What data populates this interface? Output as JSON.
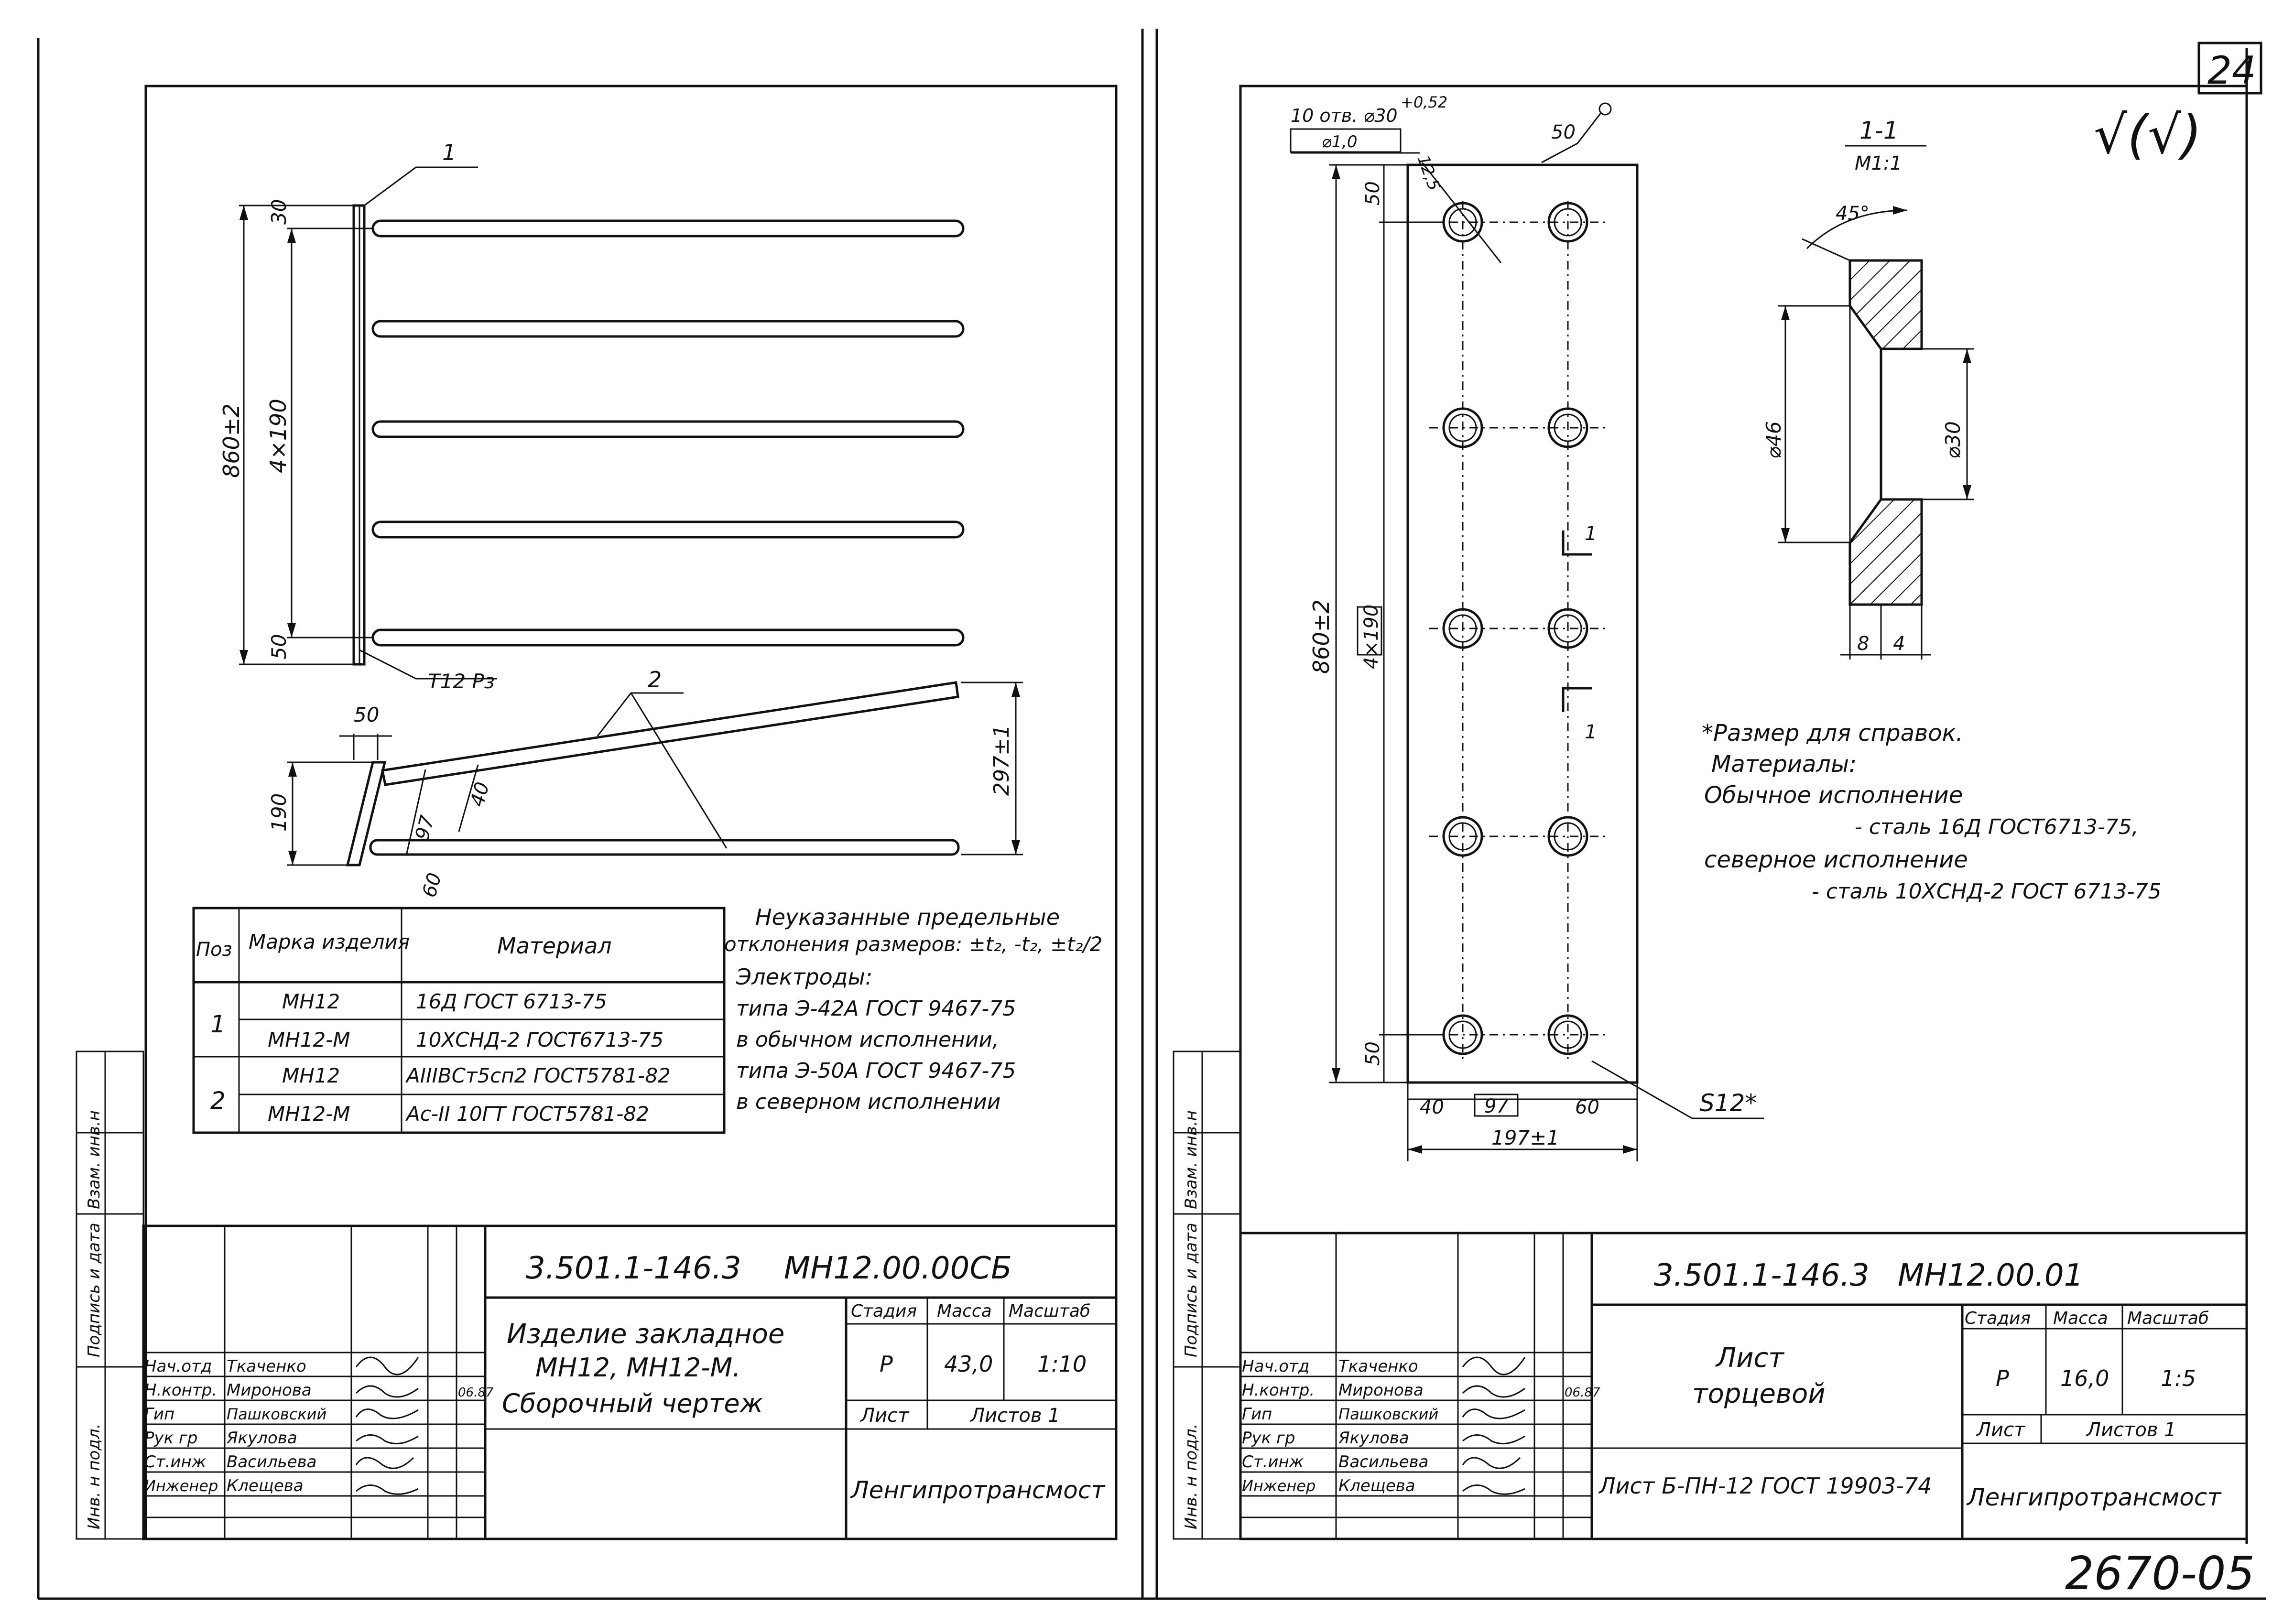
{
  "sheet_number": "24",
  "archive_number": "2670-05",
  "left_sheet": {
    "dims": {
      "top_offset": "30",
      "total": "860±2",
      "spacing": "4×190",
      "bottom_offset": "50",
      "weld": "Т12 Рз",
      "side_offset": "50",
      "side_190": "190",
      "angle_97": "97",
      "angle_40": "40",
      "bottom_60": "60",
      "rise": "297±1"
    },
    "callouts": {
      "pos1": "1",
      "pos2": "2"
    },
    "spec_table": {
      "headers": [
        "Поз",
        "Марка изделия",
        "Материал"
      ],
      "rows": [
        {
          "pos": "1",
          "mark": "МН12",
          "material": "16Д ГОСТ 6713-75"
        },
        {
          "pos": "",
          "mark": "МН12-М",
          "material": "10ХСНД-2 ГОСТ6713-75"
        },
        {
          "pos": "2",
          "mark": "МН12",
          "material": "АIIIВСт5сп2 ГОСТ5781-82"
        },
        {
          "pos": "",
          "mark": "МН12-М",
          "material": "Ас-II 10ГТ ГОСТ5781-82"
        }
      ]
    },
    "notes": [
      "Неуказанные предельные",
      "отклонения размеров: ±t₂, -t₂, ±t₂/2",
      "Электроды:",
      "типа Э-42А ГОСТ 9467-75",
      "в обычном исполнении,",
      "типа Э-50А ГОСТ 9467-75",
      "в северном исполнении"
    ],
    "side_stamp": [
      "Инв. н подл.",
      "Подпись и дата",
      "Взам. инв.н"
    ],
    "title_block": {
      "code": "3.501.1-146.3",
      "mark": "МН12.00.00СБ",
      "title": [
        "Изделие закладное",
        "МН12, МН12-М.",
        "Сборочный чертеж"
      ],
      "stage_label": "Стадия",
      "mass_label": "Масса",
      "scale_label": "Масштаб",
      "stage": "Р",
      "mass": "43,0",
      "scale": "1:10",
      "sheet_label": "Лист",
      "sheets_label": "Листов 1",
      "org": "Ленгипротрансмост",
      "date": "06.87",
      "roles": [
        "Нач.отд",
        "Н.контр.",
        "Гип",
        "Рук гр",
        "Ст.инж",
        "Инженер"
      ],
      "names": [
        "Ткаченко",
        "Миронова",
        "Пашковский",
        "Якулова",
        "Васильева",
        "Клещева"
      ]
    }
  },
  "right_sheet": {
    "hole_note": {
      "line1": "10 отв. ⌀30",
      "tol": "+0,52",
      "pos": "⌀1,0",
      "rough": "12,5"
    },
    "dims": {
      "top_50": "50",
      "plate_50": "50",
      "total": "860±2",
      "spacing": "4×190",
      "bottom_50": "50",
      "left_40": "40",
      "mid_97": "97",
      "right_60": "60",
      "width": "197±1",
      "thickness": "S12*",
      "section_mark": "1"
    },
    "section": {
      "title": "1-1",
      "scale": "М1:1",
      "angle": "45°",
      "d_outer": "⌀46",
      "d_inner": "⌀30",
      "w1": "8",
      "w2": "4"
    },
    "roughness": "√(√)",
    "notes": [
      "*Размер для справок.",
      "Материалы:",
      "Обычное исполнение",
      "- сталь 16Д ГОСТ6713-75,",
      "северное исполнение",
      "- сталь 10ХСНД-2 ГОСТ 6713-75"
    ],
    "side_stamp": [
      "Инв. н подл.",
      "Подпись и дата",
      "Взам. инв.н"
    ],
    "title_block": {
      "code": "3.501.1-146.3",
      "mark": "МН12.00.01",
      "title": [
        "Лист",
        "торцевой"
      ],
      "stage_label": "Стадия",
      "mass_label": "Масса",
      "scale_label": "Масштаб",
      "stage": "Р",
      "mass": "16,0",
      "scale": "1:5",
      "sheet_label": "Лист",
      "sheets_label": "Листов 1",
      "material_spec": "Лист Б-ПН-12 ГОСТ 19903-74",
      "org": "Ленгипротрансмост",
      "date": "06.87",
      "roles": [
        "Нач.отд",
        "Н.контр.",
        "Гип",
        "Рук гр",
        "Ст.инж",
        "Инженер"
      ],
      "names": [
        "Ткаченко",
        "Миронова",
        "Пашковский",
        "Якулова",
        "Васильева",
        "Клещева"
      ]
    }
  }
}
